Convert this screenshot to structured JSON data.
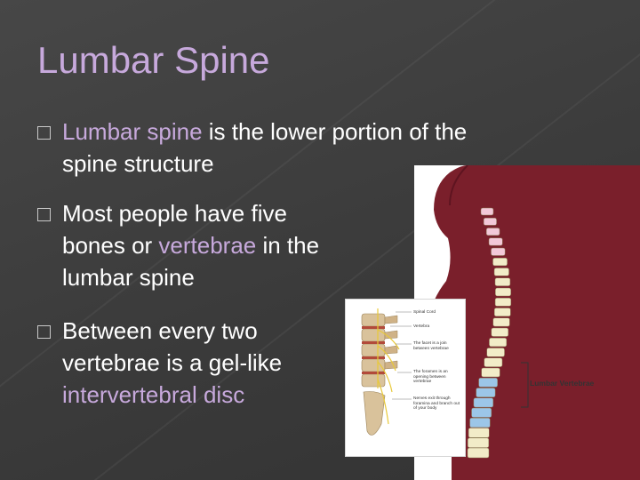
{
  "title": "Lumbar Spine",
  "bullets": [
    {
      "accent": "Lumbar spine",
      "line1_rest": " is the lower portion of the",
      "line2": "spine structure"
    },
    {
      "line1": "Most people have five",
      "line2_pre": "bones or ",
      "line2_accent": "vertebrae",
      "line2_post": " in the",
      "line3": "lumbar spine"
    },
    {
      "line1": "Between every two",
      "line2": "vertebrae is a gel-like",
      "line3": "intervertebral disc"
    }
  ],
  "figure_right": {
    "label": "Lumbar Vertebrae"
  },
  "figure_small": {
    "callouts": [
      "Spinal Cord",
      "Vertebra",
      "The facet is a join between vertebrae",
      "The foramen is an opening between vertebrae",
      "Nerves exit through foramina and branch out of your body"
    ]
  },
  "colors": {
    "background": "#3d3d3d",
    "title": "#c7a9dc",
    "accent": "#c7a9dc",
    "text": "#ffffff",
    "silhouette": "#7a1f2b",
    "lumbar_vertebrae": "#9cc6e8"
  }
}
